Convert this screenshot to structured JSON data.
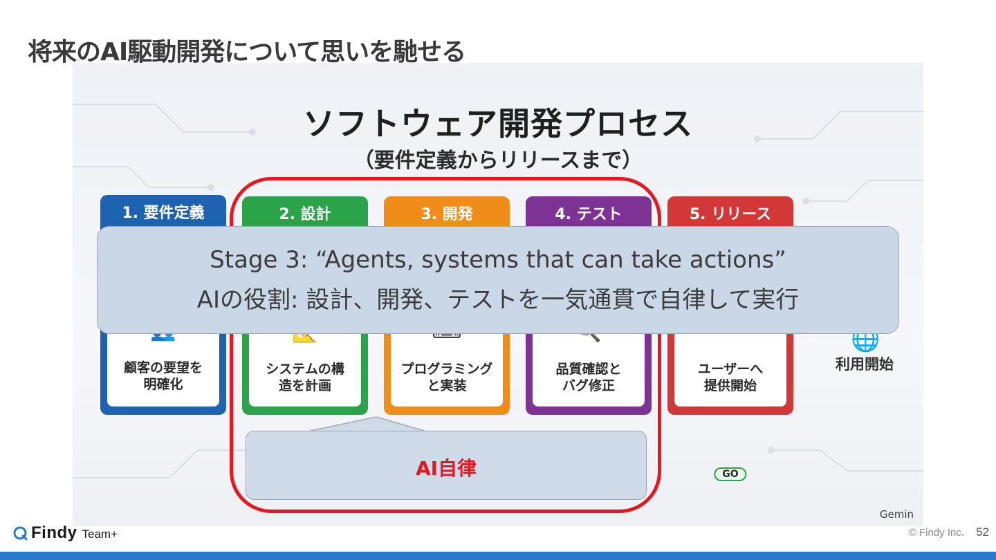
{
  "slide": {
    "title": "将来のAI駆動開発について思いを馳せる"
  },
  "infographic": {
    "title": "ソフトウェア開発プロセス",
    "subtitle": "（要件定義からリリースまで）",
    "stages": [
      {
        "label": "1. 要件定義",
        "text_line1": "顧客の要望を",
        "text_line2": "明確化",
        "color": "#1d63b1",
        "icon": "people-icon"
      },
      {
        "label": "2. 設計",
        "text_line1": "システムの構",
        "text_line2": "造を計画",
        "color": "#2aa34a",
        "icon": "blueprint-icon"
      },
      {
        "label": "3. 開発",
        "text_line1": "プログラミング",
        "text_line2": "と実装",
        "color": "#f08c1a",
        "icon": "keyboard-icon"
      },
      {
        "label": "4. テスト",
        "text_line1": "品質確認と",
        "text_line2": "バグ修正",
        "color": "#7d3396",
        "icon": "magnifier-icon"
      },
      {
        "label": "5. リリース",
        "text_line1": "ユーザーへ",
        "text_line2": "提供開始",
        "color": "#d33838",
        "icon": "go-badge-icon",
        "badge": "GO"
      }
    ],
    "usage_label": "利用開始",
    "source_label": "Gemin"
  },
  "overlay": {
    "line1": "Stage 3: “Agents, systems that can take actions”",
    "line2": "AIの役割:  設計、開発、テストを一気通貫で自律して実行"
  },
  "callout": {
    "text": "AI自律",
    "color": "#e8161e"
  },
  "footer": {
    "logo_main": "Findy",
    "logo_sub": "Team+",
    "copyright": "© Findy Inc.",
    "page_number": "52",
    "bar_color": "#2a7ad0"
  }
}
